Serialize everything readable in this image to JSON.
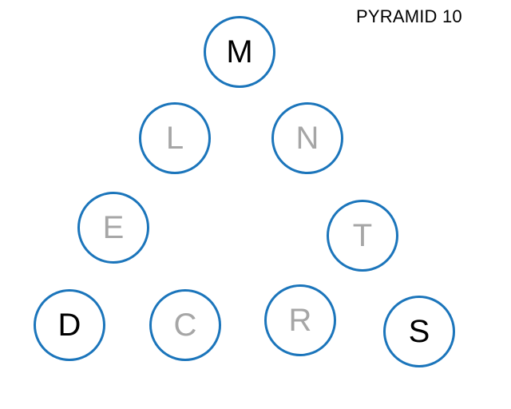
{
  "title": "PYRAMID 10",
  "accent_color": "#1b75bb",
  "given_letter_color": "#000000",
  "hint_letter_color": "#a6a6a6",
  "pyramid": {
    "nodes": [
      {
        "id": "m",
        "letter": "M",
        "style": "given"
      },
      {
        "id": "l",
        "letter": "L",
        "style": "hint"
      },
      {
        "id": "n",
        "letter": "N",
        "style": "hint"
      },
      {
        "id": "e",
        "letter": "E",
        "style": "hint"
      },
      {
        "id": "t",
        "letter": "T",
        "style": "hint"
      },
      {
        "id": "d",
        "letter": "D",
        "style": "given"
      },
      {
        "id": "c",
        "letter": "C",
        "style": "hint"
      },
      {
        "id": "r",
        "letter": "R",
        "style": "hint"
      },
      {
        "id": "s",
        "letter": "S",
        "style": "given"
      }
    ]
  }
}
